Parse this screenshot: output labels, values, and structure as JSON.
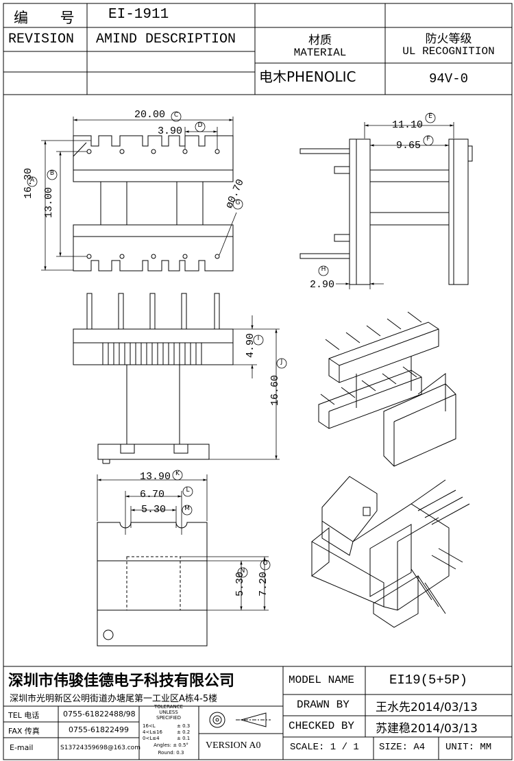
{
  "header": {
    "part_no_label": "编 号",
    "part_no": "EI-1911",
    "revision_label": "REVISION",
    "amind_label": "AMIND DESCRIPTION",
    "material_cn": "材质",
    "material_en": "MATERIAL",
    "material_value": "电木PHENOLIC",
    "ul_cn": "防火等级",
    "ul_en": "UL RECOGNITION",
    "ul_value": "94V-0"
  },
  "dimensions": {
    "a": {
      "value": "16.30",
      "tag": "A"
    },
    "b": {
      "value": "13.00",
      "tag": "B"
    },
    "c": {
      "value": "20.00",
      "tag": "C"
    },
    "d": {
      "value": "3.90",
      "tag": "D"
    },
    "e": {
      "value": "11.10",
      "tag": "E"
    },
    "f": {
      "value": "9.65",
      "tag": "F"
    },
    "g": {
      "value": "ø0.70",
      "tag": "G"
    },
    "h": {
      "value": "2.90",
      "tag": "H"
    },
    "i": {
      "value": "4.90",
      "tag": "I"
    },
    "j": {
      "value": "16.60",
      "tag": "J"
    },
    "k": {
      "value": "13.90",
      "tag": "K"
    },
    "l": {
      "value": "6.70",
      "tag": "L"
    },
    "m": {
      "value": "5.30",
      "tag": "M"
    },
    "n": {
      "value": "5.30",
      "tag": "N"
    },
    "o": {
      "value": "7.20",
      "tag": "O"
    }
  },
  "title_block": {
    "company": "深圳市伟骏佳德电子科技有限公司",
    "address": "深圳市光明新区公明街道办塘尾第一工业区A栋4-5楼",
    "tel_label": "TEL 电话",
    "tel": "0755-61822488/98",
    "fax_label": "FAX 传真",
    "fax": "0755-61822499",
    "email_label": "E-mail",
    "email": "S13724359698@163.com",
    "tolerance_lines": [
      "TOLERANCE",
      "UNLESS",
      "SPECIFIED"
    ],
    "tolerance_rows": [
      {
        "range": "16<L",
        "tol": "± 0.3"
      },
      {
        "range": "4<L≤16",
        "tol": "± 0.2"
      },
      {
        "range": "0<L≤4",
        "tol": "± 0.1"
      }
    ],
    "angles": "Angles: ± 0.5°",
    "round": "Round: 0.3",
    "version": "VERSION A0",
    "model_label": "MODEL NAME",
    "model": "EI19(5+5P)",
    "drawn_label": "DRAWN BY",
    "drawn": "王水先2014/03/13",
    "checked_label": "CHECKED BY",
    "checked": "苏建稳2014/03/13",
    "scale": "SCALE: 1 / 1",
    "size": "SIZE: A4",
    "unit": "UNIT: MM"
  },
  "colors": {
    "line": "#000000",
    "paper": "#ffffff"
  }
}
